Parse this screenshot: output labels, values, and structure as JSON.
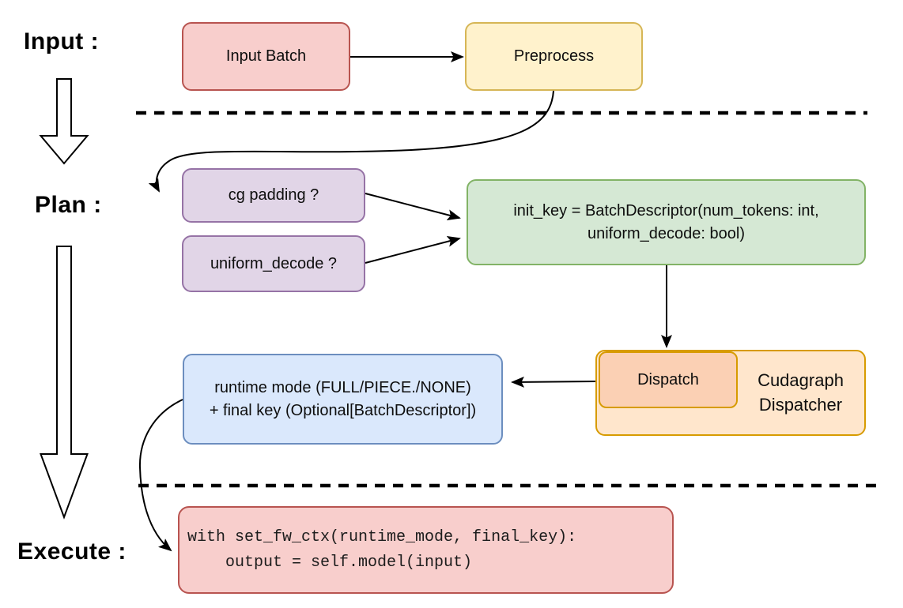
{
  "labels": {
    "input": "Input :",
    "plan": "Plan :",
    "execute": "Execute :"
  },
  "nodes": {
    "input_batch": {
      "label": "Input Batch"
    },
    "preprocess": {
      "label": "Preprocess"
    },
    "cg_padding": {
      "label": "cg padding ?"
    },
    "uniform_decode": {
      "label": "uniform_decode ?"
    },
    "init_key": {
      "label": "init_key = BatchDescriptor(num_tokens: int,\nuniform_decode: bool)"
    },
    "runtime_mode": {
      "label": "runtime mode (FULL/PIECE./NONE)\n+ final key (Optional[BatchDescriptor])"
    },
    "dispatch": {
      "label": "Dispatch"
    },
    "cudagraph_dispatcher": {
      "label": "Cudagraph\nDispatcher"
    },
    "execute_code": {
      "code": "with set_fw_ctx(runtime_mode, final_key):\n    output = self.model(input)"
    }
  },
  "icons": {
    "down_arrow_short": "hollow-down-arrow",
    "down_arrow_tall": "hollow-down-arrow"
  },
  "colors": {
    "red_fill": "#f8cecc",
    "red_stroke": "#b85450",
    "yellow_fill": "#fff2cc",
    "yellow_stroke": "#d6b656",
    "purple_fill": "#e1d5e7",
    "purple_stroke": "#9673a6",
    "green_fill": "#d5e8d4",
    "green_stroke": "#82b366",
    "blue_fill": "#dae8fc",
    "blue_stroke": "#6c8ebf",
    "orange_fill": "#ffe6cc",
    "orange_inner_fill": "#fbd0b4",
    "orange_stroke": "#d79b00",
    "line": "#000000",
    "background": "#ffffff"
  }
}
